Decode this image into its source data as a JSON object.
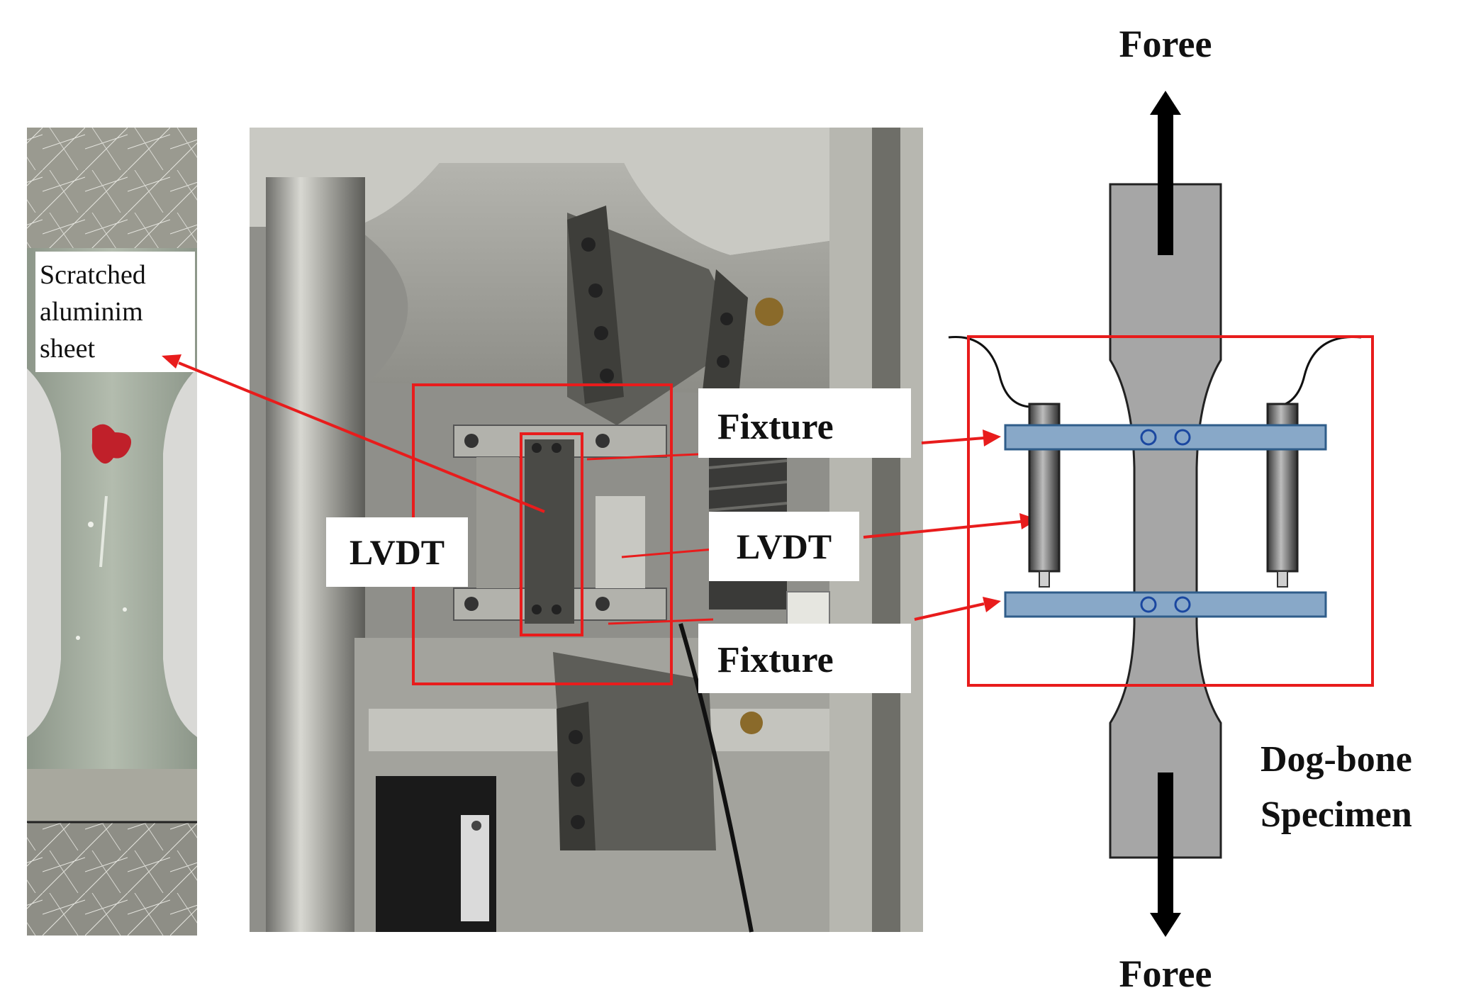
{
  "labels": {
    "force_top": "Foree",
    "force_bottom": "Foree",
    "scratched_line1": "Scratched",
    "scratched_line2": "aluminim",
    "scratched_line3": "sheet",
    "fixture_top": "Fixture",
    "fixture_bottom": "Fixture",
    "lvdt_left": "LVDT",
    "lvdt_mid": "LVDT",
    "specimen_line1": "Dog-bone",
    "specimen_line2": "Specimen"
  },
  "colors": {
    "annotation_red": "#e81c1c",
    "specimen_gray": "#a6a6a6",
    "fixture_blue": "#88a8c8",
    "fixture_blue_edge": "#2f5d8a",
    "force_arrow": "#000000",
    "photo_metal": "#9a9a94",
    "aluminium_sheet": "#a9b2a4"
  },
  "icons": {
    "force_arrow_up": "arrow-up-icon",
    "force_arrow_down": "arrow-down-icon"
  }
}
